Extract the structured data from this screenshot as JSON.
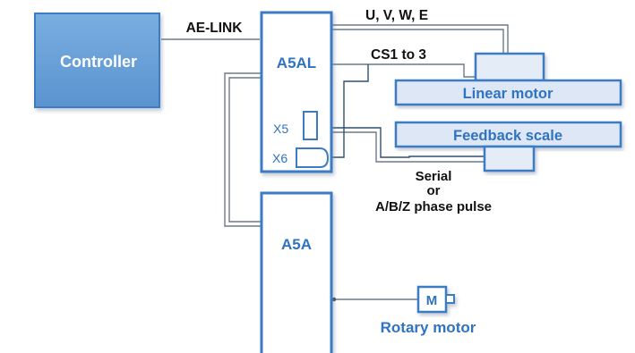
{
  "controller": {
    "label": "Controller"
  },
  "link": {
    "label": "AE-LINK"
  },
  "a5al": {
    "label": "A5AL",
    "port_x5": "X5",
    "port_x6": "X6"
  },
  "a5a": {
    "label": "A5A"
  },
  "power_cable": {
    "label": "U, V, W, E"
  },
  "signal_cable": {
    "label": "CS1 to 3"
  },
  "linear_motor": {
    "label": "Linear motor"
  },
  "feedback_scale": {
    "label": "Feedback scale"
  },
  "signal_type": {
    "line1": "Serial",
    "line2": "or",
    "line3": "A/B/Z phase pulse"
  },
  "rotary_motor": {
    "label": "Rotary motor",
    "symbol": "M"
  },
  "colors": {
    "accent_blue": "#3b7bc4",
    "controller_fill": "#6aa2d8",
    "panel_fill": "#dde7f6",
    "label_blue": "#2f73c1"
  }
}
